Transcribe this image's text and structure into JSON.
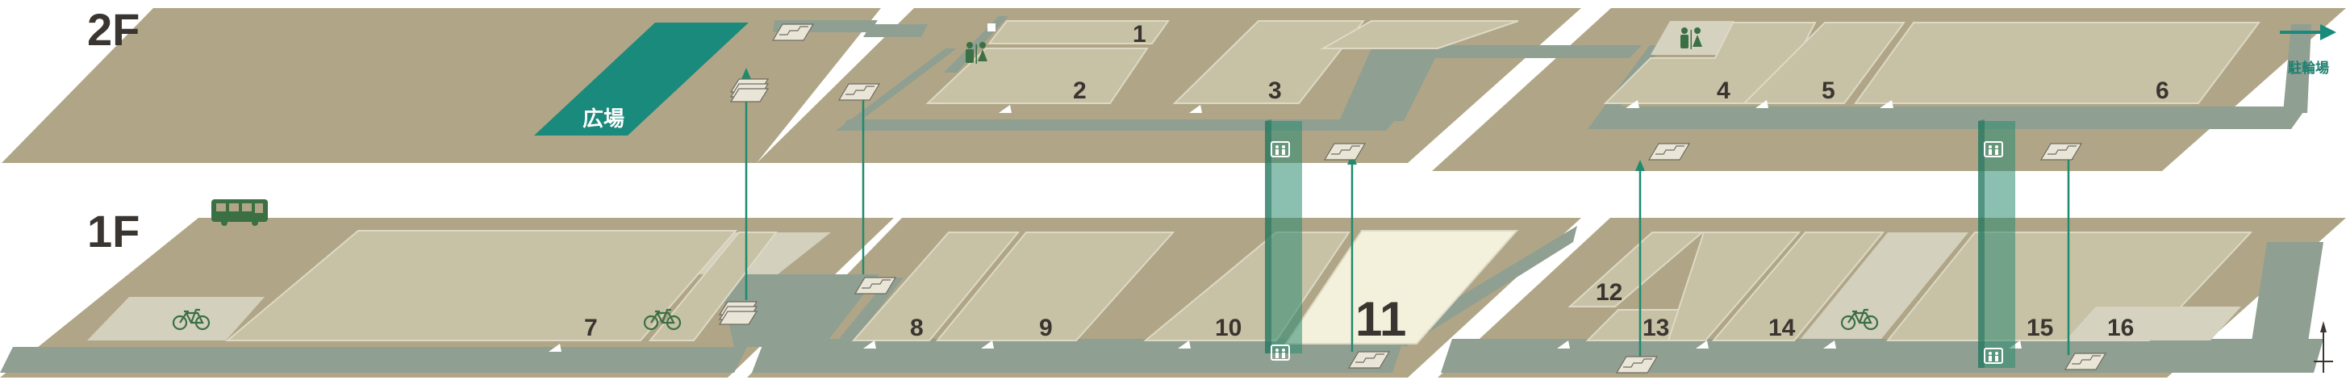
{
  "floors": {
    "second": {
      "label": "2F"
    },
    "first": {
      "label": "1F"
    }
  },
  "plaza": {
    "label": "広場"
  },
  "bike_parking": {
    "label": "駐輪場"
  },
  "units": [
    {
      "id": "1",
      "label": "1"
    },
    {
      "id": "2",
      "label": "2"
    },
    {
      "id": "3",
      "label": "3"
    },
    {
      "id": "4",
      "label": "4"
    },
    {
      "id": "5",
      "label": "5"
    },
    {
      "id": "6",
      "label": "6"
    },
    {
      "id": "7",
      "label": "7"
    },
    {
      "id": "8",
      "label": "8"
    },
    {
      "id": "9",
      "label": "9"
    },
    {
      "id": "10",
      "label": "10"
    },
    {
      "id": "11",
      "label": "11",
      "highlighted": true
    },
    {
      "id": "12",
      "label": "12"
    },
    {
      "id": "13",
      "label": "13"
    },
    {
      "id": "14",
      "label": "14"
    },
    {
      "id": "15",
      "label": "15"
    },
    {
      "id": "16",
      "label": "16"
    }
  ],
  "colors": {
    "platform": "#b0a687",
    "corridor": "#8f9f91",
    "shop": "#c7c1a6",
    "highlight": "#f3f1dc",
    "plaza": "#1a8a7c",
    "elevator": "#2c8a70",
    "accent": "#1f8a6e",
    "text": "#3a3530"
  },
  "icons": {
    "restroom": "restroom-icon",
    "bus": "bus-icon",
    "bicycle": "bicycle-icon",
    "elevator": "elevator-icon",
    "stairs": "stairs-icon",
    "escalator": "escalator-icon",
    "arrow": "arrow-right-icon",
    "north": "north-arrow-icon"
  }
}
